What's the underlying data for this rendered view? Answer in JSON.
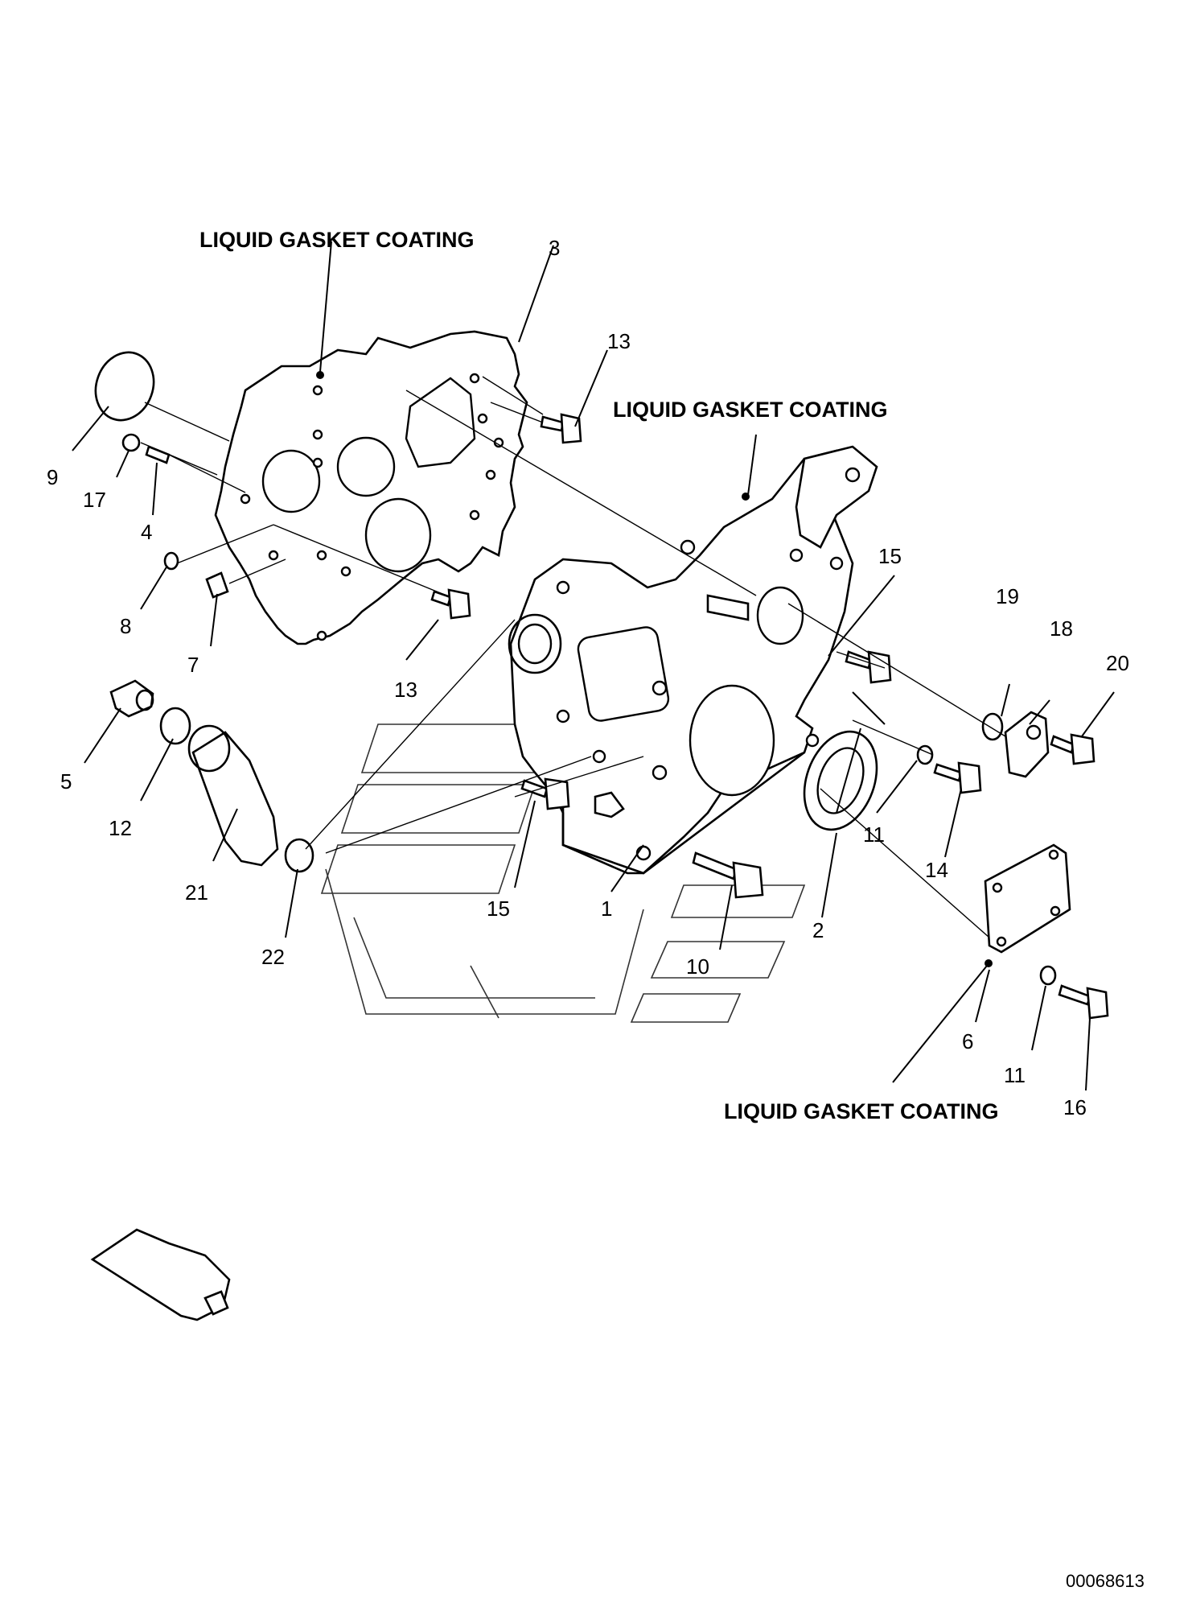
{
  "notes": {
    "gasket_top": "LIQUID GASKET COATING",
    "gasket_mid": "LIQUID GASKET COATING",
    "gasket_bottom": "LIQUID GASKET COATING"
  },
  "callouts": [
    {
      "id": "c1",
      "text": "1"
    },
    {
      "id": "c2",
      "text": "2"
    },
    {
      "id": "c3",
      "text": "3"
    },
    {
      "id": "c4",
      "text": "4"
    },
    {
      "id": "c5",
      "text": "5"
    },
    {
      "id": "c6",
      "text": "6"
    },
    {
      "id": "c7",
      "text": "7"
    },
    {
      "id": "c8",
      "text": "8"
    },
    {
      "id": "c9",
      "text": "9"
    },
    {
      "id": "c10",
      "text": "10"
    },
    {
      "id": "c11a",
      "text": "11"
    },
    {
      "id": "c11b",
      "text": "11"
    },
    {
      "id": "c12",
      "text": "12"
    },
    {
      "id": "c13a",
      "text": "13"
    },
    {
      "id": "c13b",
      "text": "13"
    },
    {
      "id": "c14",
      "text": "14"
    },
    {
      "id": "c15a",
      "text": "15"
    },
    {
      "id": "c15b",
      "text": "15"
    },
    {
      "id": "c16",
      "text": "16"
    },
    {
      "id": "c17",
      "text": "17"
    },
    {
      "id": "c18",
      "text": "18"
    },
    {
      "id": "c19",
      "text": "19"
    },
    {
      "id": "c20",
      "text": "20"
    },
    {
      "id": "c21",
      "text": "21"
    },
    {
      "id": "c22",
      "text": "22"
    }
  ],
  "document_id": "00068613"
}
